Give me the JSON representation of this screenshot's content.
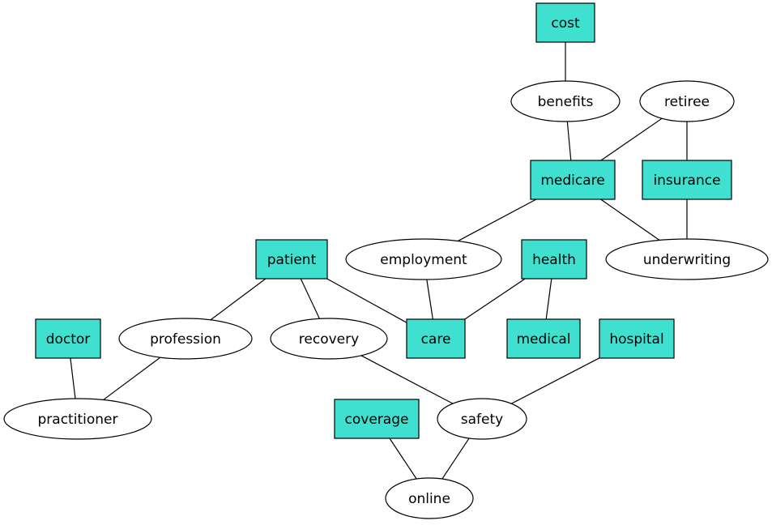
{
  "colors": {
    "box_fill": "#40e0d0",
    "ellipse_fill": "#ffffff",
    "stroke": "#000000"
  },
  "nodes": [
    {
      "id": "cost",
      "label": "cost",
      "shape": "box"
    },
    {
      "id": "benefits",
      "label": "benefits",
      "shape": "ellipse"
    },
    {
      "id": "retiree",
      "label": "retiree",
      "shape": "ellipse"
    },
    {
      "id": "medicare",
      "label": "medicare",
      "shape": "box"
    },
    {
      "id": "insurance",
      "label": "insurance",
      "shape": "box"
    },
    {
      "id": "patient",
      "label": "patient",
      "shape": "box"
    },
    {
      "id": "employment",
      "label": "employment",
      "shape": "ellipse"
    },
    {
      "id": "health",
      "label": "health",
      "shape": "box"
    },
    {
      "id": "underwriting",
      "label": "underwriting",
      "shape": "ellipse"
    },
    {
      "id": "doctor",
      "label": "doctor",
      "shape": "box"
    },
    {
      "id": "profession",
      "label": "profession",
      "shape": "ellipse"
    },
    {
      "id": "recovery",
      "label": "recovery",
      "shape": "ellipse"
    },
    {
      "id": "care",
      "label": "care",
      "shape": "box"
    },
    {
      "id": "medical",
      "label": "medical",
      "shape": "box"
    },
    {
      "id": "hospital",
      "label": "hospital",
      "shape": "box"
    },
    {
      "id": "practitioner",
      "label": "practitioner",
      "shape": "ellipse"
    },
    {
      "id": "coverage",
      "label": "coverage",
      "shape": "box"
    },
    {
      "id": "safety",
      "label": "safety",
      "shape": "ellipse"
    },
    {
      "id": "online",
      "label": "online",
      "shape": "ellipse"
    }
  ],
  "edges": [
    [
      "cost",
      "benefits"
    ],
    [
      "benefits",
      "medicare"
    ],
    [
      "retiree",
      "medicare"
    ],
    [
      "retiree",
      "insurance"
    ],
    [
      "medicare",
      "employment"
    ],
    [
      "medicare",
      "underwriting"
    ],
    [
      "insurance",
      "underwriting"
    ],
    [
      "patient",
      "profession"
    ],
    [
      "patient",
      "recovery"
    ],
    [
      "patient",
      "care"
    ],
    [
      "employment",
      "care"
    ],
    [
      "health",
      "care"
    ],
    [
      "health",
      "medical"
    ],
    [
      "doctor",
      "practitioner"
    ],
    [
      "profession",
      "practitioner"
    ],
    [
      "recovery",
      "safety"
    ],
    [
      "hospital",
      "safety"
    ],
    [
      "coverage",
      "online"
    ],
    [
      "safety",
      "online"
    ]
  ]
}
